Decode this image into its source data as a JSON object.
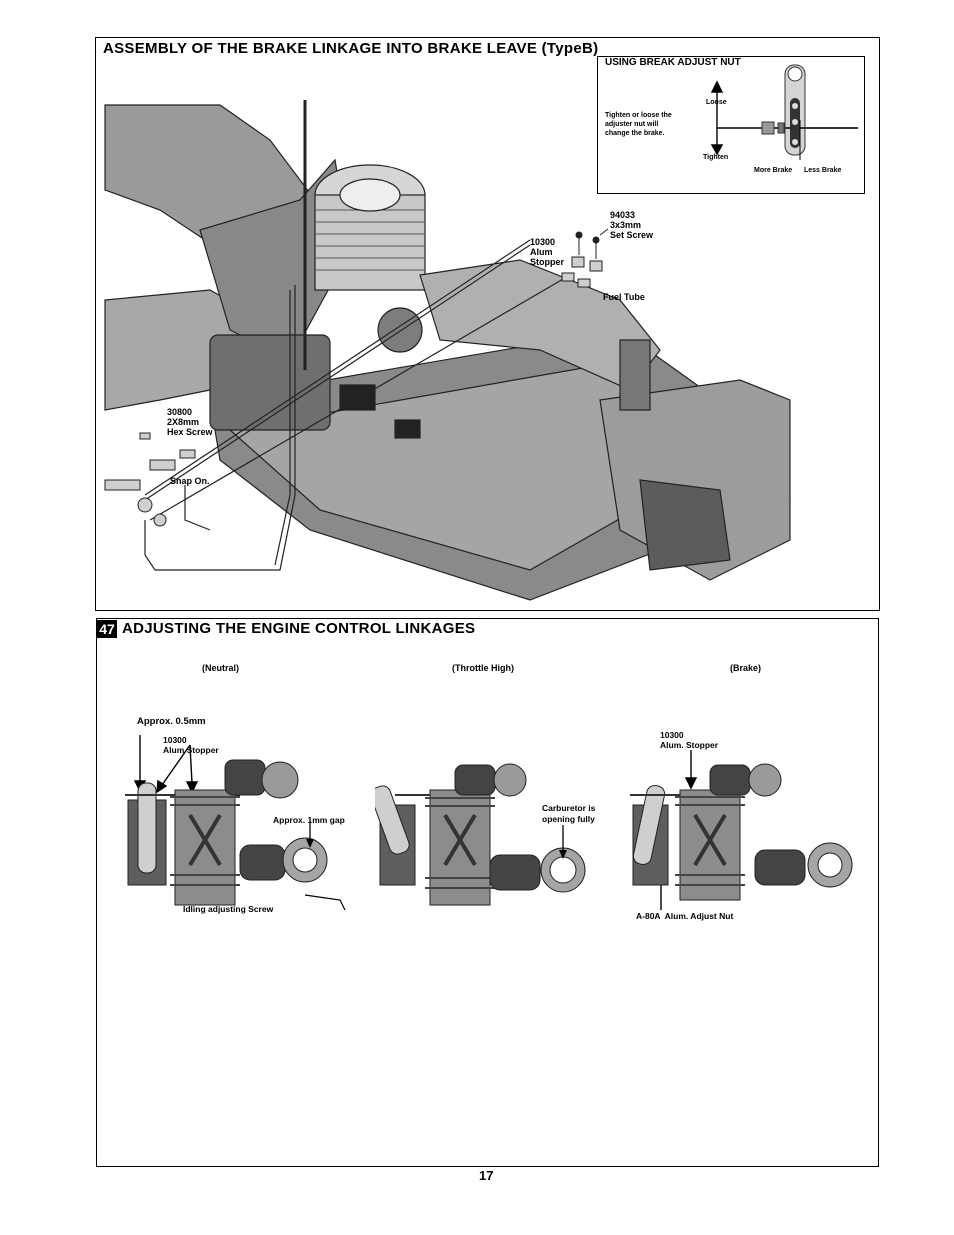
{
  "top_section": {
    "title": "ASSEMBLY OF THE BRAKE LINKAGE INTO BRAKE LEAVE (TypeB)",
    "inset": {
      "title": "USING BREAK ADJUST NUT",
      "note": "Tighten or loose the\nadjuster nut will\nchange the brake.",
      "loose": "Loose",
      "tighten": "Tighten",
      "more_brake": "More Brake",
      "less_brake": "Less Brake"
    },
    "labels": {
      "set_screw": "94033\n3x3mm\nSet Screw",
      "alum_stopper": "10300\nAlum\nStopper",
      "fuel_tube": "Fuel Tube",
      "hex_screw": "30800\n2X8mm\nHex Screw",
      "snap_on": "Snap On."
    }
  },
  "bottom_section": {
    "step_number": "47",
    "title": "ADJUSTING THE ENGINE CONTROL LINKAGES",
    "panels": {
      "neutral": "(Neutral)",
      "throttle_high": "(Throttle High)",
      "brake": "(Brake)"
    },
    "labels": {
      "approx_half_mm": "Approx. 0.5mm",
      "alum_stopper_left": "10300\nAlum Stopper",
      "approx_1mm_gap": "Approx. 1mm gap",
      "idling_screw": "Idling adjusting Screw",
      "carburetor_open": "Carburetor is\nopening fully",
      "alum_stopper_right": "10300\nAlum. Stopper",
      "adjust_nut": "A-80A  Alum. Adjust Nut"
    }
  },
  "page_number": "17"
}
